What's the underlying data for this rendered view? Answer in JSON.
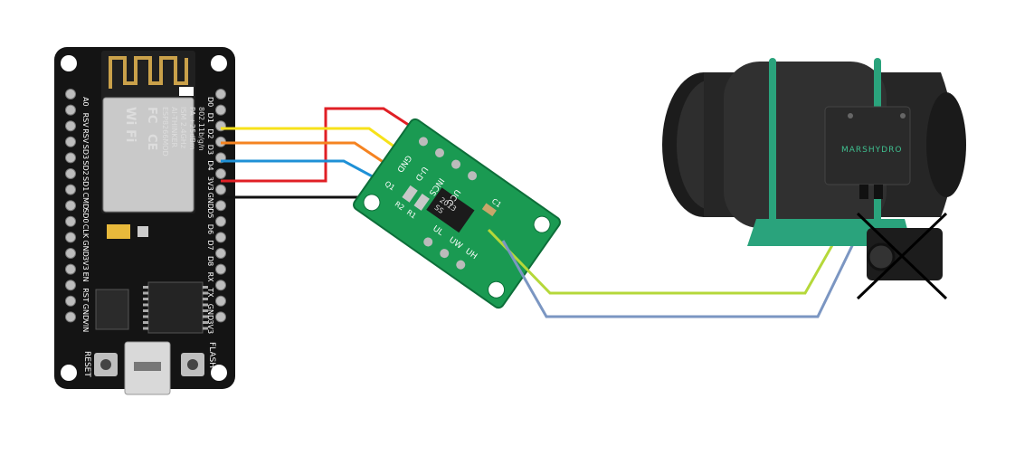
{
  "nodemcu": {
    "left_pins": [
      "A0",
      "RSV",
      "RSV",
      "SD3",
      "SD2",
      "SD1",
      "CMD",
      "SD0",
      "CLK",
      "GND",
      "3V3",
      "EN",
      "RST",
      "GND",
      "VIN"
    ],
    "right_pins": [
      "D0",
      "D1",
      "D2",
      "D3",
      "D4",
      "3V3",
      "GND",
      "D5",
      "D6",
      "D7",
      "D8",
      "RX",
      "TX",
      "GND",
      "3V3"
    ],
    "buttons": [
      "RESET",
      "FLASH"
    ],
    "module": {
      "wifi": "Wi Fi",
      "fc": "FC",
      "ce": "CE",
      "model": "ESP8266MOD",
      "vendor": "AI-THINKER",
      "ism": "ISM 2.4GHz",
      "pa": "PA +25dBm",
      "std": "802.11b/g/n"
    }
  },
  "converter": {
    "top_labels": [
      "GND",
      "U-D",
      "INCS",
      "UCC"
    ],
    "bottom_labels": [
      "UL",
      "UW",
      "UH"
    ],
    "chip_lines": [
      "2013",
      "SS"
    ],
    "refs": [
      "C1",
      "R2",
      "R1",
      "Q1"
    ]
  },
  "fan": {
    "brand": "MARSHYDRO"
  },
  "wire_colors": {
    "red": "#e01f25",
    "yellow": "#f7e21a",
    "orange": "#f58321",
    "blue": "#1e90d6",
    "black": "#111111",
    "green": "#b5d83a",
    "steel_blue": "#7b96c2",
    "pcb_green": "#1a9a52",
    "fan_teal": "#2aa37c"
  },
  "icons": [
    "wifi-icon",
    "crossed-out-speed-controller-icon"
  ]
}
